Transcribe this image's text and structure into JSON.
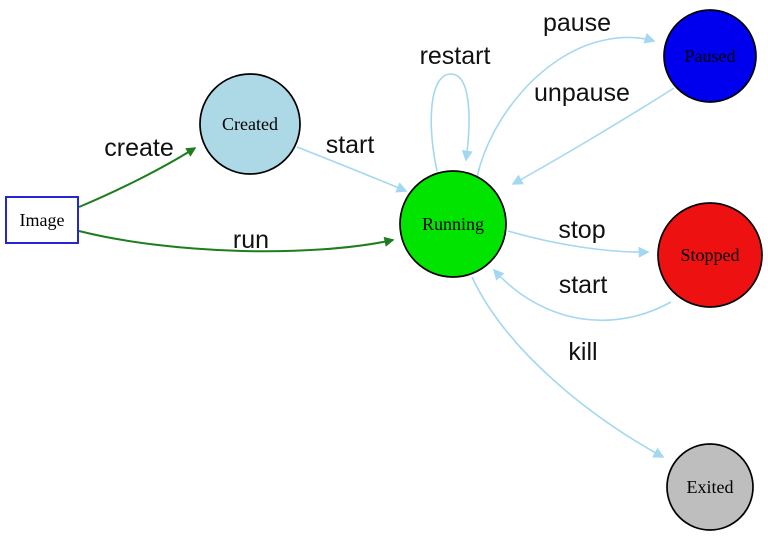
{
  "diagram": {
    "kind": "state-diagram"
  },
  "nodes": {
    "image": {
      "label": "Image",
      "fill": "#ffffff",
      "border": "#2424d9"
    },
    "created": {
      "label": "Created",
      "fill": "#add8e6",
      "border": "#000000"
    },
    "running": {
      "label": "Running",
      "fill": "#00e400",
      "border": "#000000"
    },
    "paused": {
      "label": "Paused",
      "fill": "#0000ee",
      "border": "#000000"
    },
    "stopped": {
      "label": "Stopped",
      "fill": "#ee1111",
      "border": "#000000"
    },
    "exited": {
      "label": "Exited",
      "fill": "#bebebe",
      "border": "#000000"
    }
  },
  "edges": {
    "create": {
      "label": "create",
      "from": "Image",
      "to": "Created",
      "color": "#1e7d1e"
    },
    "run": {
      "label": "run",
      "from": "Image",
      "to": "Running",
      "color": "#1e7d1e"
    },
    "start1": {
      "label": "start",
      "from": "Created",
      "to": "Running",
      "color": "#a3d8f0"
    },
    "restart": {
      "label": "restart",
      "from": "Running",
      "to": "Running",
      "color": "#a3d8f0"
    },
    "pause": {
      "label": "pause",
      "from": "Running",
      "to": "Paused",
      "color": "#a3d8f0"
    },
    "unpause": {
      "label": "unpause",
      "from": "Paused",
      "to": "Running",
      "color": "#a3d8f0"
    },
    "stop": {
      "label": "stop",
      "from": "Running",
      "to": "Stopped",
      "color": "#a3d8f0"
    },
    "start2": {
      "label": "start",
      "from": "Stopped",
      "to": "Running",
      "color": "#a3d8f0"
    },
    "kill": {
      "label": "kill",
      "from": "Running",
      "to": "Exited",
      "color": "#a3d8f0"
    }
  }
}
